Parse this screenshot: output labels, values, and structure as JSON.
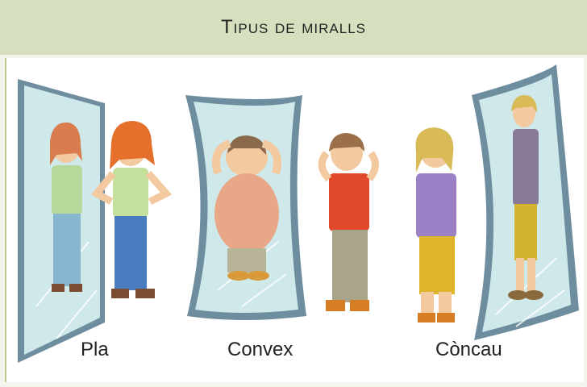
{
  "title": "Tipus de miralls",
  "captions": {
    "pla": "Pla",
    "convex": "Convex",
    "concau": "Còncau"
  },
  "icons": {
    "flat_mirror": "flat-mirror-icon",
    "convex_mirror": "convex-mirror-icon",
    "concave_mirror": "concave-mirror-icon"
  },
  "colors": {
    "header_bg": "#d6e0bf",
    "mirror_glass": "#cfe8ea",
    "mirror_frame": "#6e8ea0"
  }
}
